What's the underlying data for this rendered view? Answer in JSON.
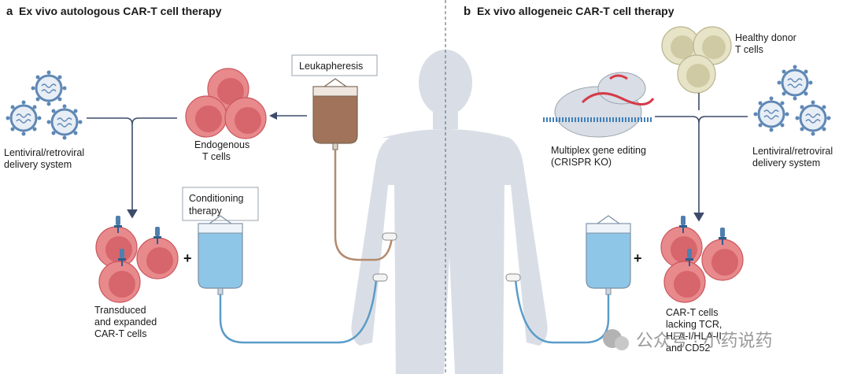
{
  "panel_a": {
    "letter": "a",
    "title": "Ex vivo autologous CAR-T cell therapy",
    "leukapheresis": "Leukapheresis",
    "endogenous": [
      "Endogenous",
      "T cells"
    ],
    "delivery": [
      "Lentiviral/retroviral",
      "delivery system"
    ],
    "conditioning": [
      "Conditioning",
      "therapy"
    ],
    "transduced": [
      "Transduced",
      "and expanded",
      "CAR-T cells"
    ],
    "plus": "+"
  },
  "panel_b": {
    "letter": "b",
    "title": "Ex vivo allogeneic CAR-T cell therapy",
    "donor": [
      "Healthy donor",
      "T cells"
    ],
    "editing": [
      "Multiplex gene editing",
      "(CRISPR KO)"
    ],
    "delivery": [
      "Lentiviral/retroviral",
      "delivery system"
    ],
    "car_t": [
      "CAR-T cells",
      "lacking TCR,",
      "HLA-I/HLA-II",
      "and CD52"
    ],
    "plus": "+"
  },
  "watermark": "公众号 · 小药说药",
  "colors": {
    "cell_fill": "#e8898c",
    "cell_stroke": "#c9575d",
    "nucleus": "#d45f66",
    "donor_cell": "#d8d5b4",
    "bag_blue": "#8ec6e8",
    "bag_brown": "#a0735a",
    "tube_blue": "#5a9cc9",
    "tube_brown": "#b48a6c",
    "body": "#d9dee6",
    "arrow": "#3d4b6b",
    "virus": "#5f88b5"
  }
}
